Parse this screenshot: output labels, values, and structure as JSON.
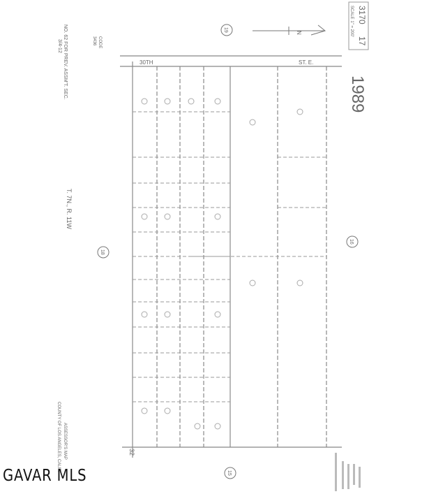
{
  "map": {
    "book_page": "3170",
    "sheet": "17",
    "scale": "SCALE 1\" = 200'",
    "year": "1989",
    "street_top_left": "30TH",
    "street_top_right": "ST. E.",
    "township_range": "T. 7N., R. 11W",
    "prev_assmt": "NO. 62  FOR PREV. ASSM'T. SEC.",
    "prev_assmt_ref": "3/4-12",
    "code_label": "CODE",
    "code_value": "3436",
    "county_title": "ASSESSOR'S MAP",
    "county_name": "COUNTY OF LOS ANGELES, CALIF.",
    "section_numbers": [
      "19",
      "18",
      "16",
      "15"
    ],
    "corner_number": "32",
    "north_label": "N"
  },
  "watermark": "GAVAR MLS"
}
